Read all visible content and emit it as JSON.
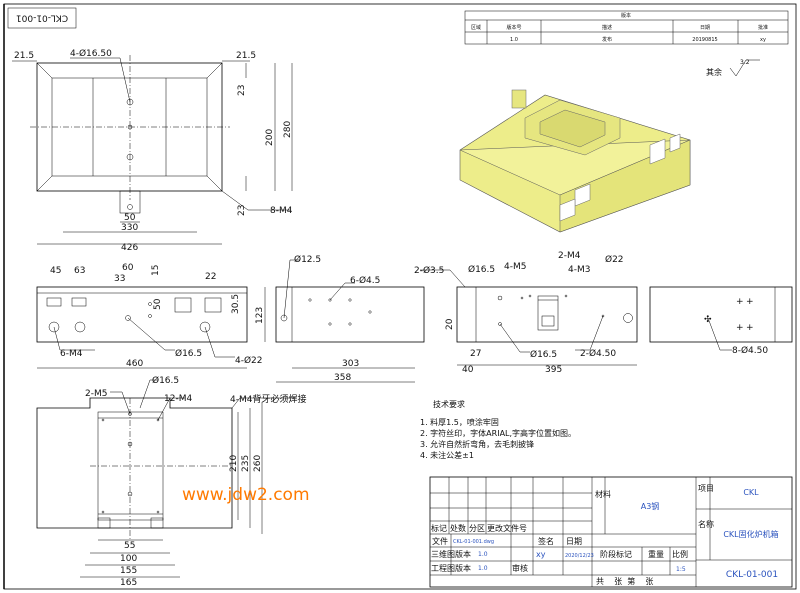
{
  "drawing_number_rotated": "CKL-01-001",
  "revision_table": {
    "title": "版本",
    "headers": [
      "区域",
      "版本号",
      "描述",
      "日期",
      "批准"
    ],
    "row": [
      "",
      "1.0",
      "发布",
      "20190815",
      "xy"
    ]
  },
  "surface_finish": {
    "label": "其余",
    "value": "3.2"
  },
  "top_view": {
    "hole_callout": "4-Ø16.50",
    "dims": {
      "left_21_5": "21.5",
      "right_21_5": "21.5",
      "d23_top": "23",
      "d23_bottom": "23",
      "d200": "200",
      "d280": "280",
      "d50": "50",
      "d330": "330",
      "d426": "426"
    },
    "m4_callout": "8-M4"
  },
  "front_view": {
    "dims": {
      "d45": "45",
      "d63": "63",
      "d60": "60",
      "d33": "33",
      "d15": "15",
      "d22": "22",
      "d50": "50",
      "d30_5": "30.5",
      "d123": "123",
      "d460": "460"
    },
    "callouts": {
      "m4": "6-M4",
      "phi16_5": "Ø16.5",
      "phi22": "4-Ø22"
    }
  },
  "left_view": {
    "dims": {
      "phi12_5": "Ø12.5",
      "d303": "303",
      "d358": "358"
    },
    "callouts": {
      "phi4_5": "6-Ø4.5"
    }
  },
  "back_view": {
    "dims": {
      "d20": "20",
      "d27": "27",
      "d40": "40",
      "d395": "395"
    },
    "callouts": {
      "phi3_5": "2-Ø3.5",
      "phi16_5_top": "Ø16.5",
      "m5": "4-M5",
      "m4": "2-M4",
      "m3": "4-M3",
      "phi22": "Ø22",
      "phi16_5_bottom": "Ø16.5",
      "phi4_50": "2-Ø4.50"
    }
  },
  "right_view": {
    "callouts": {
      "phi4_50": "8-Ø4.50"
    }
  },
  "bottom_view": {
    "callouts": {
      "m5": "2-M5",
      "phi16_5": "Ø16.5",
      "m4": "12-M4",
      "weld_note": "4-M4背牙必须焊接"
    },
    "dims": {
      "d210": "210",
      "d235": "235",
      "d260": "260",
      "d55": "55",
      "d100": "100",
      "d155": "155",
      "d165": "165"
    }
  },
  "watermark": "www.jdw2.com",
  "tech_requirements": {
    "title": "技术要求",
    "items": [
      "1.  料厚1.5，喷涂牢固",
      "2.  字符丝印，字体ARIAL,字高字位置如图。",
      "3.  允许自然折弯角，去毛刺披锋",
      "4.  未注公差±1"
    ]
  },
  "title_block": {
    "material_label": "材料",
    "material": "A3钢",
    "project_label": "项目",
    "project": "CKL",
    "name_label": "名称",
    "name": "CKL固化炉机箱",
    "revision_header": [
      "标记",
      "处数",
      "分区",
      "更改文件号",
      "签名",
      "日期"
    ],
    "file_label": "文件",
    "file": "CKL-01-001.dwg",
    "model_version_label": "三维图版本",
    "model_version": "1.0",
    "designer": "xy",
    "date": "2020/12/23",
    "drawing_version_label": "工程图版本",
    "drawing_version": "1.0",
    "review_label": "审核",
    "stage_label": "阶段标记",
    "weight_label": "重量",
    "scale_label": "比例",
    "scale": "1:5",
    "sheet_label": "共    张  第    张",
    "drawing_number": "CKL-01-001"
  },
  "colors": {
    "model": "#eded8a",
    "watermark": "#ff7a00",
    "text_blue": "#2a52be"
  }
}
